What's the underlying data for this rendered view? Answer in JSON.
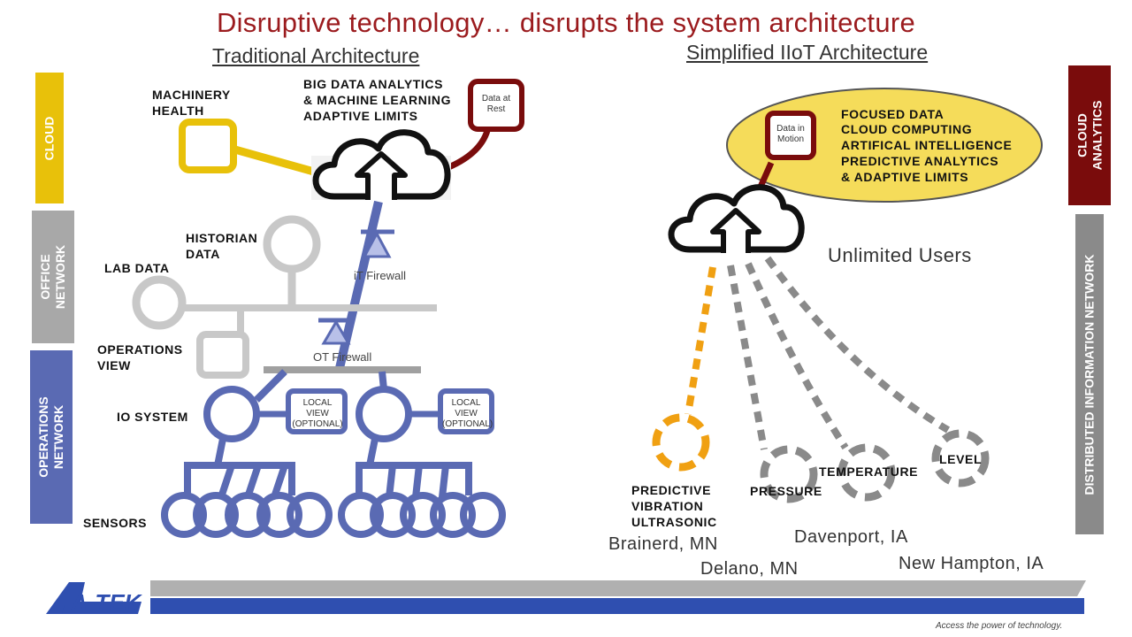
{
  "title": "Disruptive technology… disrupts the system architecture",
  "left": {
    "heading": "Traditional Architecture",
    "bands": {
      "cloud": "CLOUD",
      "office": "OFFICE NETWORK",
      "operations": "OPERATIONS NETWORK"
    },
    "labels": {
      "machinery": "MACHINERY HEALTH",
      "bigdata_1": "BIG DATA ANALYTICS",
      "bigdata_2": "& MACHINE LEARNING",
      "bigdata_3": "ADAPTIVE LIMITS",
      "data_at_rest": "Data at Rest",
      "historian": "HISTORIAN DATA",
      "lab_data": "LAB DATA",
      "it_firewall": "iT Firewall",
      "operations_view": "OPERATIONS VIEW",
      "ot_firewall": "OT Firewall",
      "io_system": "IO SYSTEM",
      "local_view": "LOCAL VIEW (OPTIONAL)",
      "sensors": "SENSORS"
    }
  },
  "right": {
    "heading": "Simplified IIoT Architecture",
    "bands": {
      "cloud_analytics": "CLOUD ANALYTICS",
      "distributed": "DISTRIBUTED INFORMATION NETWORK"
    },
    "focused_1": "FOCUSED DATA",
    "focused_2": "CLOUD COMPUTING",
    "focused_3": "ARTIFICAL INTELLIGENCE",
    "focused_4": "PREDICTIVE ANALYTICS",
    "focused_5": "& ADAPTIVE LIMITS",
    "data_in_motion": "Data in Motion",
    "unlimited_users": "Unlimited Users",
    "pvu_1": "PREDICTIVE",
    "pvu_2": "VIBRATION",
    "pvu_3": "ULTRASONIC",
    "pressure": "PRESSURE",
    "temperature": "TEMPERATURE",
    "level": "LEVEL",
    "cities": [
      "Brainerd, MN",
      "Delano, MN",
      "Davenport, IA",
      "New Hampton, IA"
    ]
  },
  "footer": {
    "logo": "A-TEK",
    "tagline": "Access the power of technology."
  },
  "colors": {
    "gold": "#e8c10a",
    "gray": "#a8a8a8",
    "blue": "#5a6ab3",
    "maroon": "#7a0c0c",
    "orange": "#f0a012",
    "title": "#9b1b1e"
  }
}
